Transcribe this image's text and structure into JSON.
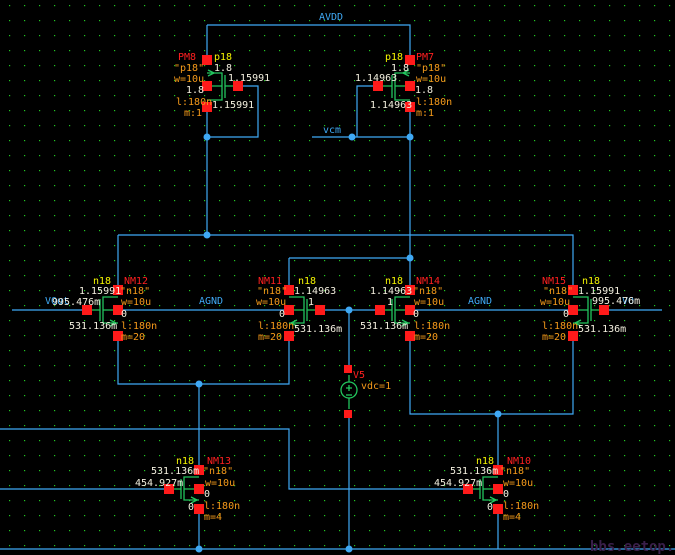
{
  "window": {
    "type": "schematic-editor-canvas"
  },
  "colors": {
    "background": "#000000",
    "wire": "#3fa9f5",
    "device": "#22c55e",
    "pin": "#ff1a1a",
    "instance_name": "#ff2020",
    "model": "#f5f500",
    "params": "#f59a1a",
    "annotation": "#f4f0e0",
    "grid": "#22c522"
  },
  "nets": {
    "avdd": "AVDD",
    "vcm": "vcm",
    "agnd_left": "AGND",
    "agnd_right": "AGND",
    "vout_left": "VOut",
    "vout_right": "VO"
  },
  "devices": {
    "PM8": {
      "name": "PM8",
      "model": "p18",
      "model_q": "\"p18\"",
      "w": "w=10u",
      "l": "l:180n",
      "m": "m:1",
      "v_drain_top": "1.8",
      "v_bulk": "1.8",
      "v_gate": "1.15991",
      "v_drain": "1.15991"
    },
    "PM7": {
      "name": "PM7",
      "model": "p18",
      "model_q": "\"p18\"",
      "w": "w=10u",
      "l": "l:180n",
      "m": "m:1",
      "v_drain_top": "1.8",
      "v_bulk": "1.8",
      "v_gate": "1.14963",
      "v_drain": "1.14963"
    },
    "NM12": {
      "name": "NM12",
      "model": "n18",
      "model_q": "\"n18\"",
      "w": "w=10u",
      "l": "l:180n",
      "m": "m=20",
      "v_drain": "1.15991",
      "v_gate": "995.476m",
      "v_bulk": "0",
      "v_source": "531.136m"
    },
    "NM11": {
      "name": "NM11",
      "model": "n18",
      "model_q": "\"n18\"",
      "w": "w=10u",
      "l": "l:180n",
      "m": "m=20",
      "v_drain": "1.14963",
      "v_gate": "1",
      "v_bulk": "0",
      "v_source": "531.136m"
    },
    "NM14": {
      "name": "NM14",
      "model": "n18",
      "model_q": "\"n18\"",
      "w": "w=10u",
      "l": "l:180n",
      "m": "m=20",
      "v_drain": "1.14963",
      "v_gate": "1",
      "v_bulk": "0",
      "v_source": "531.136m"
    },
    "NM15": {
      "name": "NM15",
      "model": "n18",
      "model_q": "\"n18\"",
      "w": "w=10u",
      "l": "l:180n",
      "m": "m=20",
      "v_drain": "1.15991",
      "v_gate": "995.476m",
      "v_bulk": "0",
      "v_source": "531.136m"
    },
    "NM13": {
      "name": "NM13",
      "model": "n18",
      "model_q": "\"n18\"",
      "w": "w=10u",
      "l": "l:180n",
      "m": "m=4",
      "v_drain": "531.136m",
      "v_gate": "454.927m",
      "v_bulk": "0",
      "v_source": "0"
    },
    "NM10": {
      "name": "NM10",
      "model": "n18",
      "model_q": "\"n18\"",
      "w": "w=10u",
      "l": "l:180n",
      "m": "m=4",
      "v_drain": "531.136m",
      "v_gate": "454.927m",
      "v_bulk": "0",
      "v_source": "0"
    },
    "V5": {
      "name": "V5",
      "param": "vdc=1"
    }
  },
  "watermark": "bbs.eetop.cn"
}
